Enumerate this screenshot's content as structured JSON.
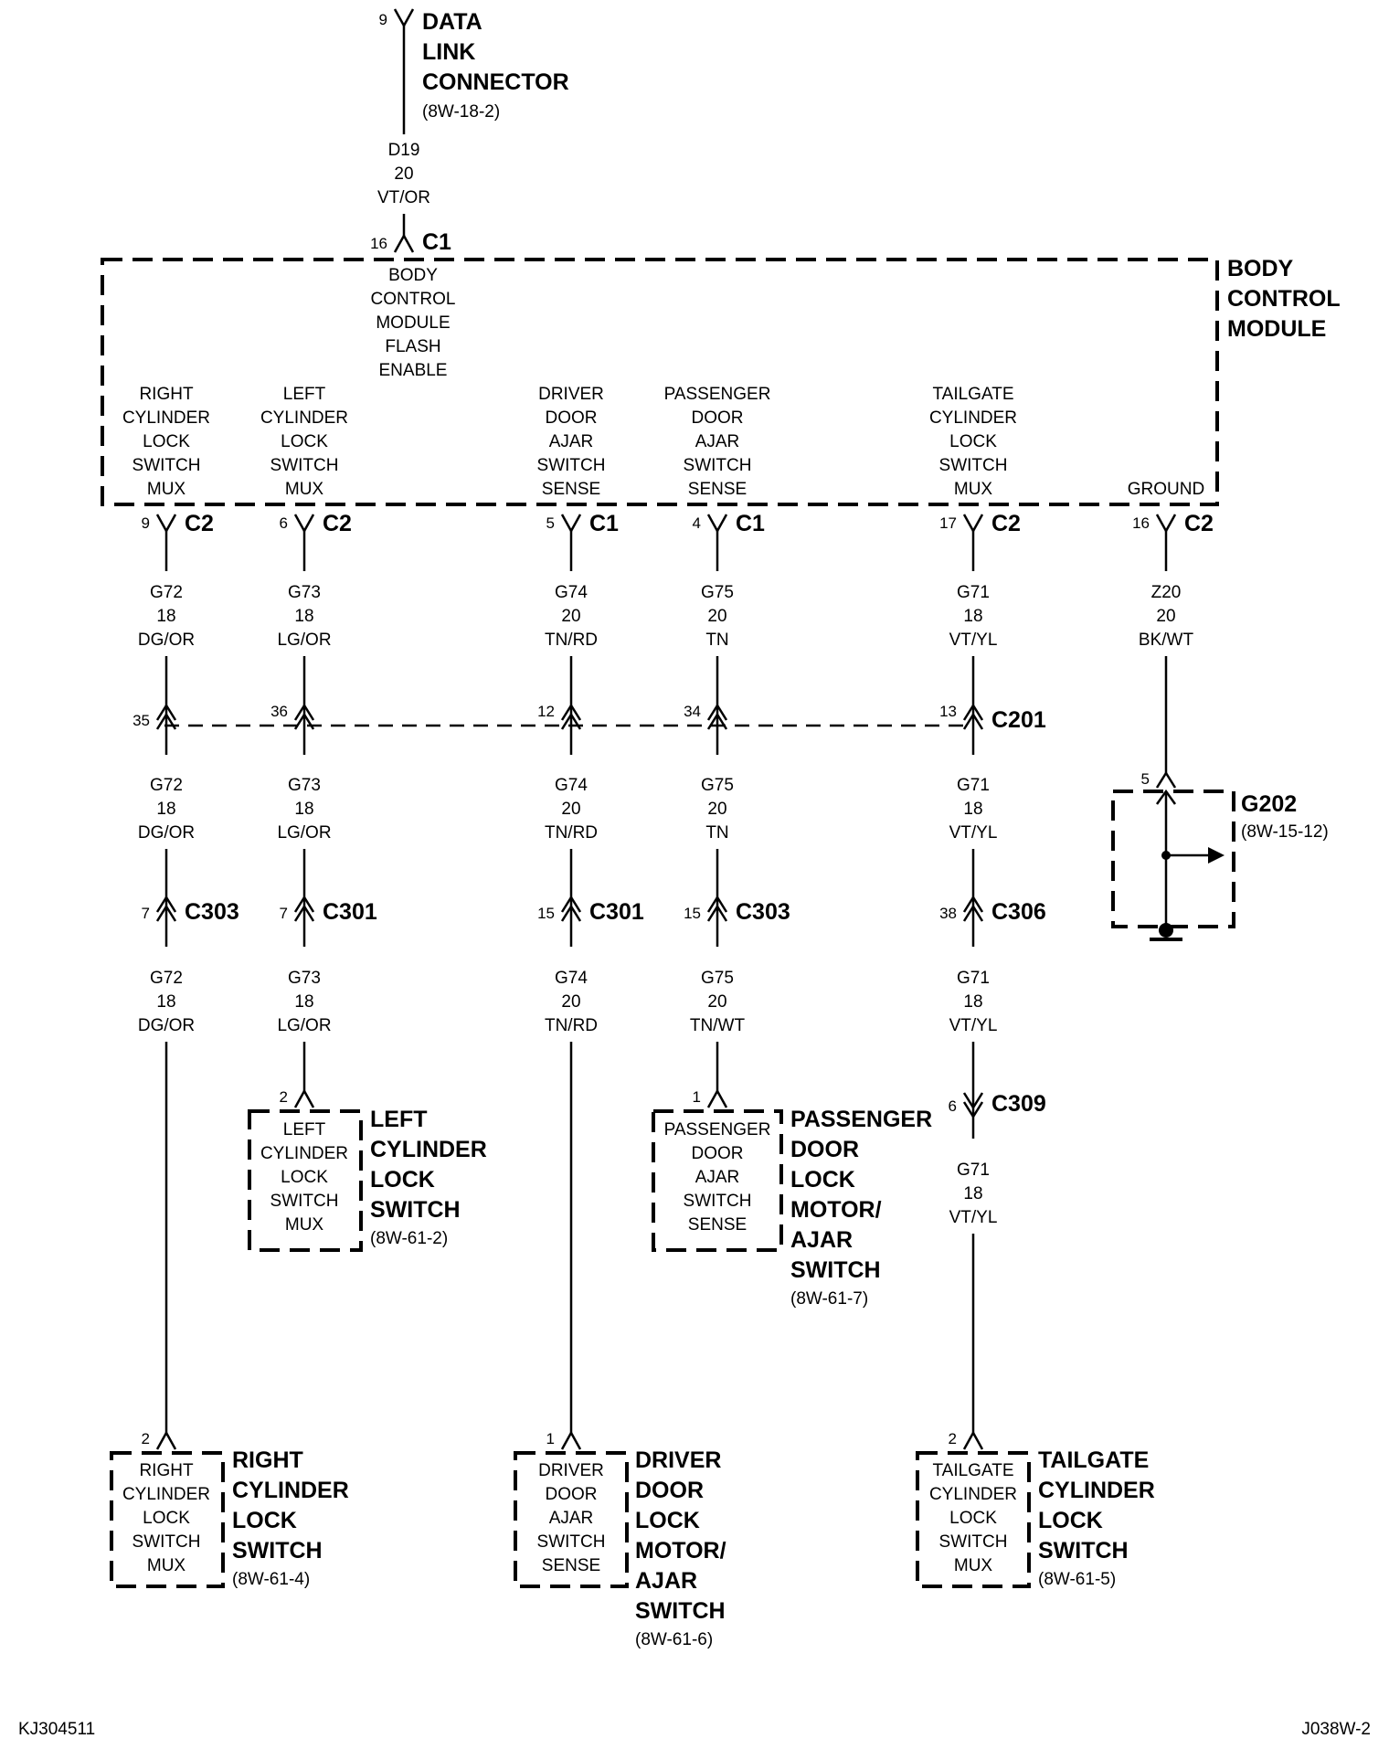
{
  "dlc": {
    "pin": "9",
    "title": [
      "DATA",
      "LINK",
      "CONNECTOR"
    ],
    "ref": "(8W-18-2)",
    "wire": [
      "D19",
      "20",
      "VT/OR"
    ],
    "bcm_pin": "16",
    "bcm_conn": "C1"
  },
  "bcm": {
    "title": [
      "BODY",
      "CONTROL",
      "MODULE"
    ],
    "flash_label": [
      "BODY",
      "CONTROL",
      "MODULE",
      "FLASH",
      "ENABLE"
    ]
  },
  "circuits": [
    {
      "bcm_label": [
        "RIGHT",
        "CYLINDER",
        "LOCK",
        "SWITCH",
        "MUX"
      ],
      "bcm_pin": "9",
      "bcm_conn": "C2",
      "wire1": [
        "G72",
        "18",
        "DG/OR"
      ],
      "c201_pin": "35",
      "wire2": [
        "G72",
        "18",
        "DG/OR"
      ],
      "inline_pin": "7",
      "inline_conn": "C303",
      "wire3": [
        "G72",
        "18",
        "DG/OR"
      ],
      "dev_pin": "2",
      "dev_label": [
        "RIGHT",
        "CYLINDER",
        "LOCK",
        "SWITCH",
        "MUX"
      ],
      "dev_title": [
        "RIGHT",
        "CYLINDER",
        "LOCK",
        "SWITCH"
      ],
      "dev_ref": "(8W-61-4)"
    },
    {
      "bcm_label": [
        "LEFT",
        "CYLINDER",
        "LOCK",
        "SWITCH",
        "MUX"
      ],
      "bcm_pin": "6",
      "bcm_conn": "C2",
      "wire1": [
        "G73",
        "18",
        "LG/OR"
      ],
      "c201_pin": "36",
      "wire2": [
        "G73",
        "18",
        "LG/OR"
      ],
      "inline_pin": "7",
      "inline_conn": "C301",
      "wire3": [
        "G73",
        "18",
        "LG/OR"
      ],
      "dev_pin": "2",
      "dev_label": [
        "LEFT",
        "CYLINDER",
        "LOCK",
        "SWITCH",
        "MUX"
      ],
      "dev_title": [
        "LEFT",
        "CYLINDER",
        "LOCK",
        "SWITCH"
      ],
      "dev_ref": "(8W-61-2)"
    },
    {
      "bcm_label": [
        "DRIVER",
        "DOOR",
        "AJAR",
        "SWITCH",
        "SENSE"
      ],
      "bcm_pin": "5",
      "bcm_conn": "C1",
      "wire1": [
        "G74",
        "20",
        "TN/RD"
      ],
      "c201_pin": "12",
      "wire2": [
        "G74",
        "20",
        "TN/RD"
      ],
      "inline_pin": "15",
      "inline_conn": "C301",
      "wire3": [
        "G74",
        "20",
        "TN/RD"
      ],
      "dev_pin": "1",
      "dev_label": [
        "DRIVER",
        "DOOR",
        "AJAR",
        "SWITCH",
        "SENSE"
      ],
      "dev_title": [
        "DRIVER",
        "DOOR",
        "LOCK",
        "MOTOR/",
        "AJAR",
        "SWITCH"
      ],
      "dev_ref": "(8W-61-6)"
    },
    {
      "bcm_label": [
        "PASSENGER",
        "DOOR",
        "AJAR",
        "SWITCH",
        "SENSE"
      ],
      "bcm_pin": "4",
      "bcm_conn": "C1",
      "wire1": [
        "G75",
        "20",
        "TN"
      ],
      "c201_pin": "34",
      "wire2": [
        "G75",
        "20",
        "TN"
      ],
      "inline_pin": "15",
      "inline_conn": "C303",
      "wire3": [
        "G75",
        "20",
        "TN/WT"
      ],
      "dev_pin": "1",
      "dev_label": [
        "PASSENGER",
        "DOOR",
        "AJAR",
        "SWITCH",
        "SENSE"
      ],
      "dev_title": [
        "PASSENGER",
        "DOOR",
        "LOCK",
        "MOTOR/",
        "AJAR",
        "SWITCH"
      ],
      "dev_ref": "(8W-61-7)"
    },
    {
      "bcm_label": [
        "TAILGATE",
        "CYLINDER",
        "LOCK",
        "SWITCH",
        "MUX"
      ],
      "bcm_pin": "17",
      "bcm_conn": "C2",
      "wire1": [
        "G71",
        "18",
        "VT/YL"
      ],
      "c201_pin": "13",
      "c201_conn": "C201",
      "wire2": [
        "G71",
        "18",
        "VT/YL"
      ],
      "inline_pin": "38",
      "inline_conn": "C306",
      "wire3": [
        "G71",
        "18",
        "VT/YL"
      ],
      "inline2_pin": "6",
      "inline2_conn": "C309",
      "wire4": [
        "G71",
        "18",
        "VT/YL"
      ],
      "dev_pin": "2",
      "dev_label": [
        "TAILGATE",
        "CYLINDER",
        "LOCK",
        "SWITCH",
        "MUX"
      ],
      "dev_title": [
        "TAILGATE",
        "CYLINDER",
        "LOCK",
        "SWITCH"
      ],
      "dev_ref": "(8W-61-5)"
    }
  ],
  "ground": {
    "bcm_label": "GROUND",
    "bcm_pin": "16",
    "bcm_conn": "C2",
    "wire": [
      "Z20",
      "20",
      "BK/WT"
    ],
    "g_pin": "5",
    "g_name": "G202",
    "g_ref": "(8W-15-12)"
  },
  "footer": {
    "left": "KJ304511",
    "right": "J038W-2"
  }
}
